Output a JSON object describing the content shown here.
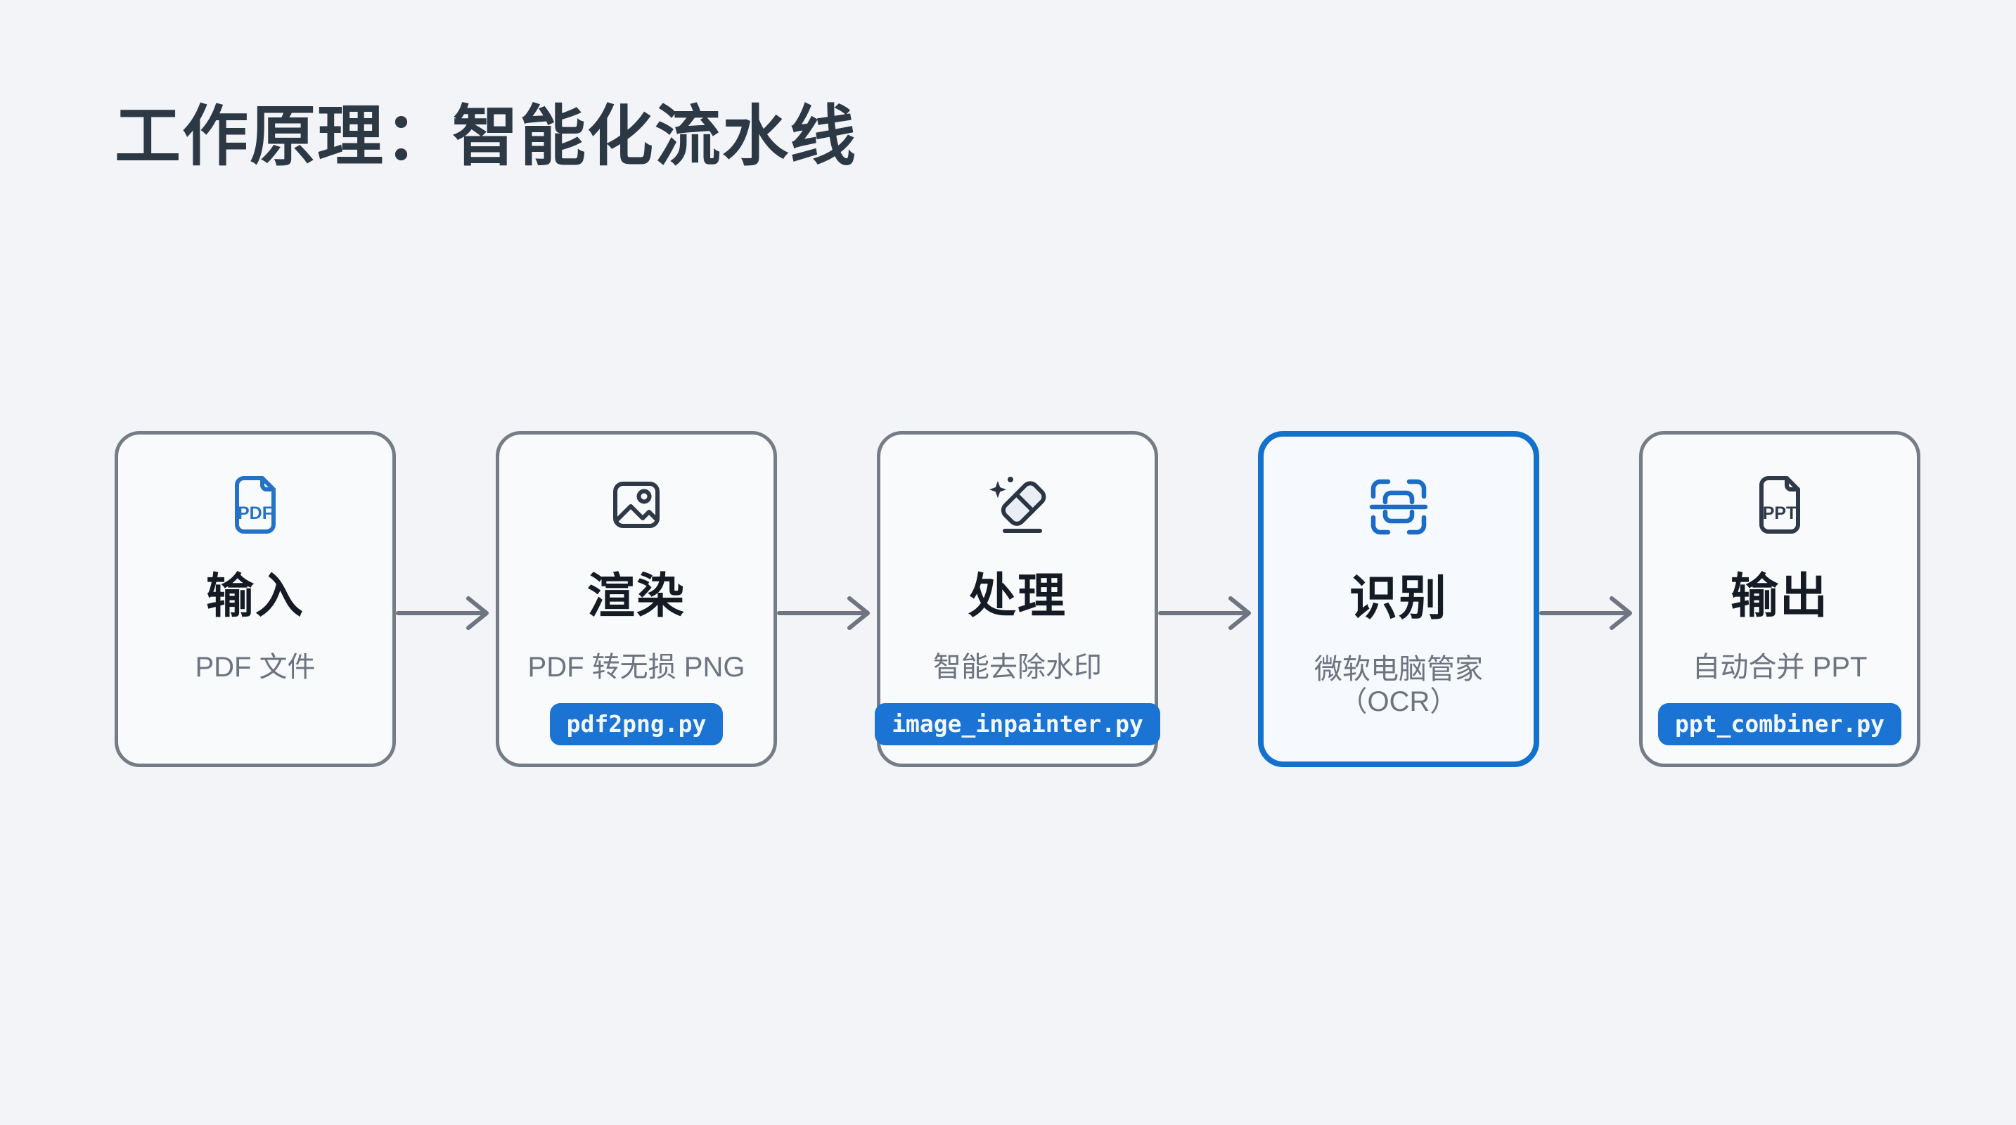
{
  "title": "工作原理：智能化流水线",
  "pipeline": {
    "steps": [
      {
        "id": "input",
        "icon": "pdf-file-icon",
        "icon_label": "PDF",
        "title": "输入",
        "subtitle": "PDF 文件",
        "badge": null,
        "highlighted": false
      },
      {
        "id": "render",
        "icon": "image-icon",
        "icon_label": null,
        "title": "渲染",
        "subtitle": "PDF 转无损 PNG",
        "badge": "pdf2png.py",
        "highlighted": false
      },
      {
        "id": "process",
        "icon": "eraser-sparkle-icon",
        "icon_label": null,
        "title": "处理",
        "subtitle": "智能去除水印",
        "badge": "image_inpainter.py",
        "highlighted": false
      },
      {
        "id": "recognize",
        "icon": "ocr-scan-icon",
        "icon_label": null,
        "title": "识别",
        "subtitle": "微软电脑管家",
        "subtitle2": "（OCR）",
        "badge": null,
        "highlighted": true
      },
      {
        "id": "output",
        "icon": "ppt-file-icon",
        "icon_label": "PPT",
        "title": "输出",
        "subtitle": "自动合并 PPT",
        "badge": "ppt_combiner.py",
        "highlighted": false
      }
    ]
  },
  "colors": {
    "background": "#f2f4f8",
    "card_background": "#f8fafc",
    "card_border": "#757c85",
    "highlight_border": "#1271cd",
    "accent_blue": "#1b73d3",
    "badge_text": "#f2f8ff",
    "title_text": "#2d3845",
    "step_title_text": "#151b25",
    "subtitle_text": "#6d7480",
    "arrow": "#6e7580",
    "file_icon_blue": "#2472c8",
    "dark_icon": "#2f3947"
  }
}
